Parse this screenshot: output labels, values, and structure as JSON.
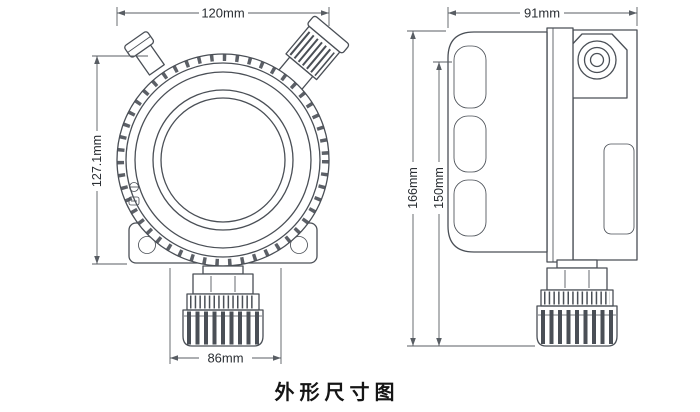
{
  "title": "外形尺寸图",
  "dimensions": {
    "front_width": "120mm",
    "front_height": "127.1mm",
    "mount_span": "86mm",
    "side_width": "91mm",
    "overall_height": "166mm",
    "body_height": "150mm"
  },
  "colors": {
    "outline": "#4a4f56",
    "dimension_line": "#585d63",
    "dimension_text": "#2a2e33",
    "title_text": "#151515",
    "background": "#ffffff"
  }
}
